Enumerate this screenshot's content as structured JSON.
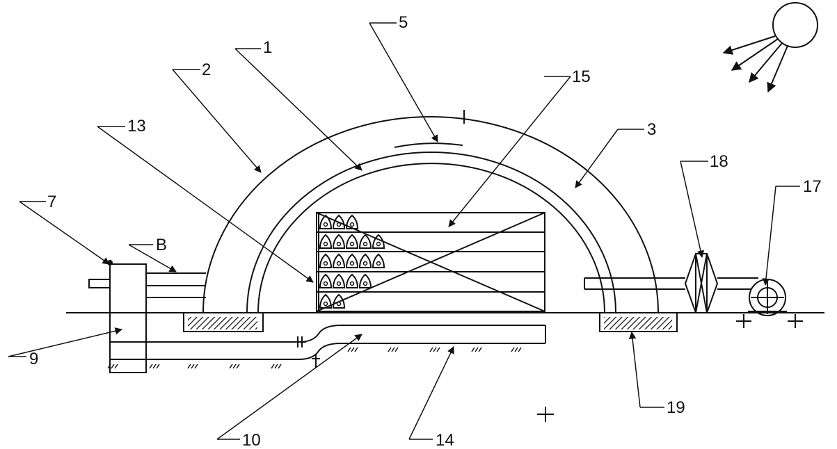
{
  "labels": {
    "l1": "1",
    "l2": "2",
    "l3": "3",
    "l5": "5",
    "l7": "7",
    "lB": "B",
    "l9": "9",
    "l10": "10",
    "l13": "13",
    "l14": "14",
    "l15": "15",
    "l17": "17",
    "l18": "18",
    "l19": "19"
  },
  "icons": {
    "sun": "sun-icon",
    "fan": "fan-icon",
    "filter": "filter-icon",
    "plant": "plant-icon"
  },
  "colors": {
    "line": "#111111",
    "background": "#ffffff"
  }
}
